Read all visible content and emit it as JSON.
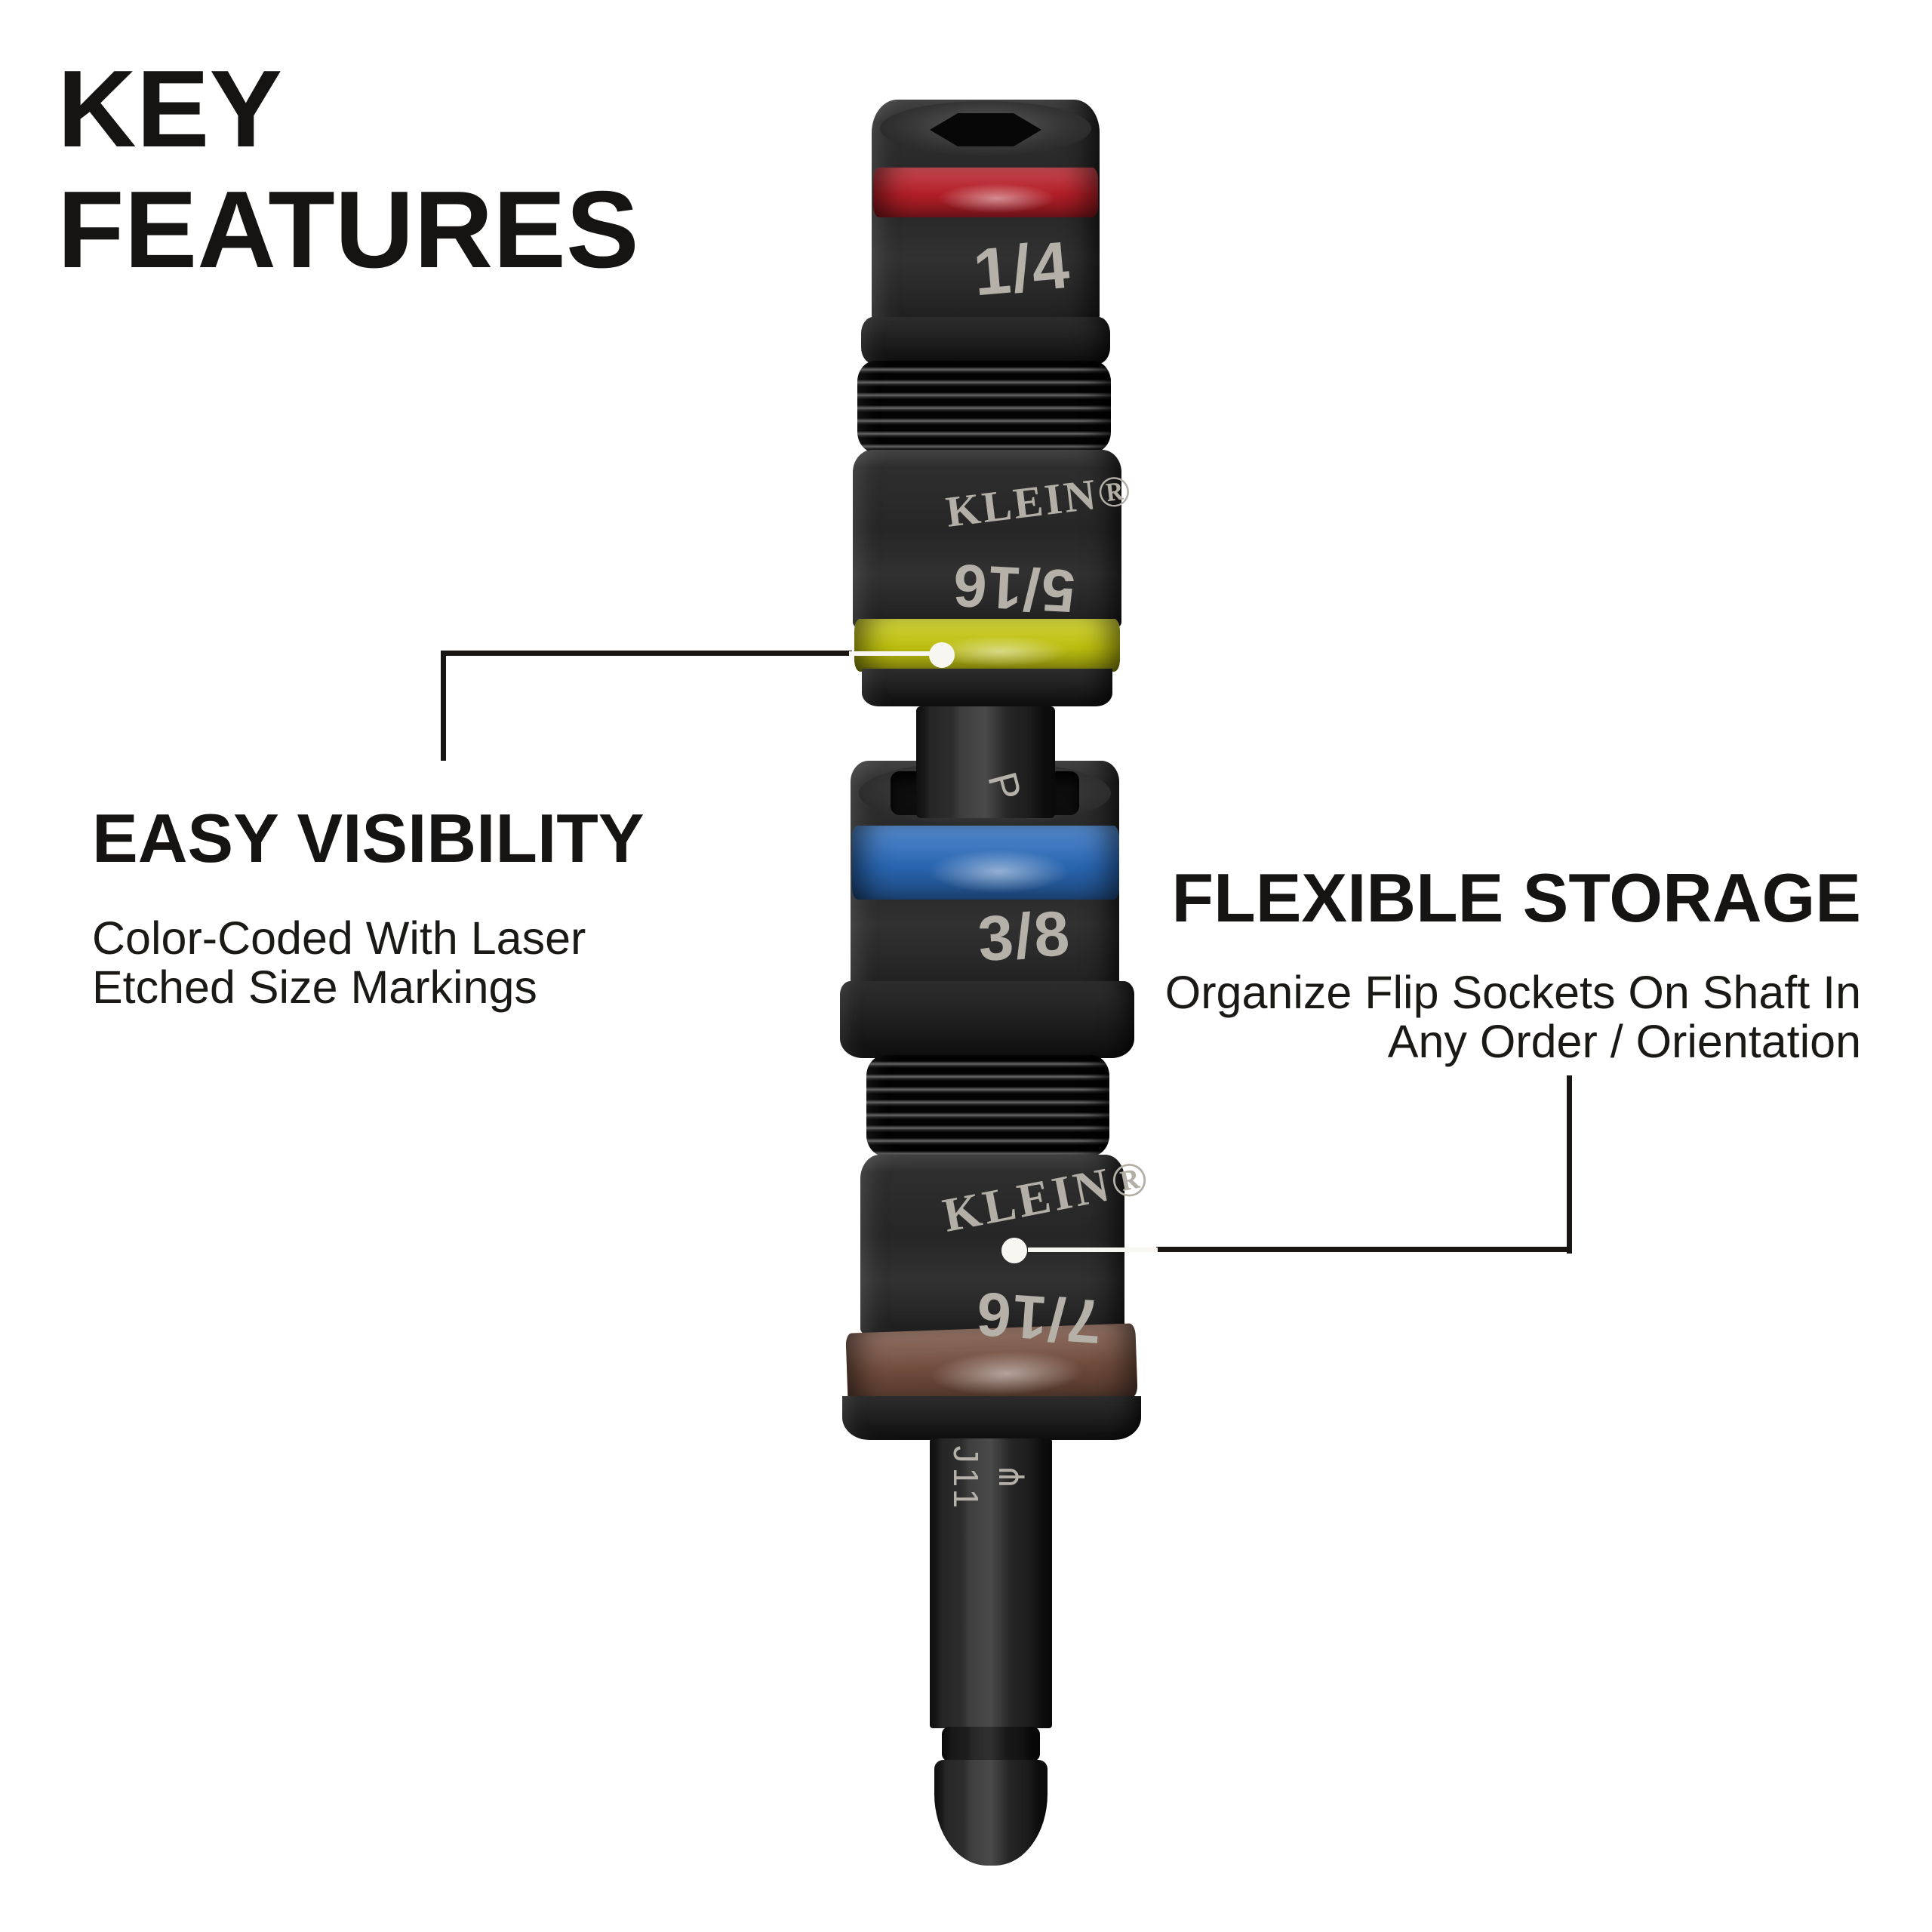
{
  "page": {
    "title": "KEY\nFEATURES",
    "background": "#ffffff",
    "text_color": "#161412"
  },
  "features": [
    {
      "id": "easy-visibility",
      "heading": "EASY VISIBILITY",
      "text": "Color-Coded With Laser\nEtched Size Markings",
      "align": "left"
    },
    {
      "id": "flexible-storage",
      "heading": "FLEXIBLE STORAGE",
      "text": "Organize Flip Sockets On Shaft In\nAny Order / Orientation",
      "align": "right"
    }
  ],
  "product": {
    "brand": "KLEIN®",
    "flip_sockets": [
      {
        "size": "1/4",
        "band": "red",
        "band_color": "#c4212b"
      },
      {
        "size": "5/16",
        "band": "yellow",
        "band_color": "#cfd111"
      },
      {
        "size": "3/8",
        "band": "blue",
        "band_color": "#2e71c4"
      },
      {
        "size": "7/16",
        "band": "brown",
        "band_color": "#7b5342"
      }
    ],
    "shaft_marking": "P",
    "bit_marking": "J11",
    "logo_glyph": "⋔"
  },
  "colors": {
    "callout_line": "#181512",
    "callout_dot": "#f8f6f1",
    "etched_text": "#b5b1a9",
    "band_red": "#c4212b",
    "band_yellow": "#cfd111",
    "band_blue": "#2e71c4",
    "band_brown": "#7b5342"
  }
}
